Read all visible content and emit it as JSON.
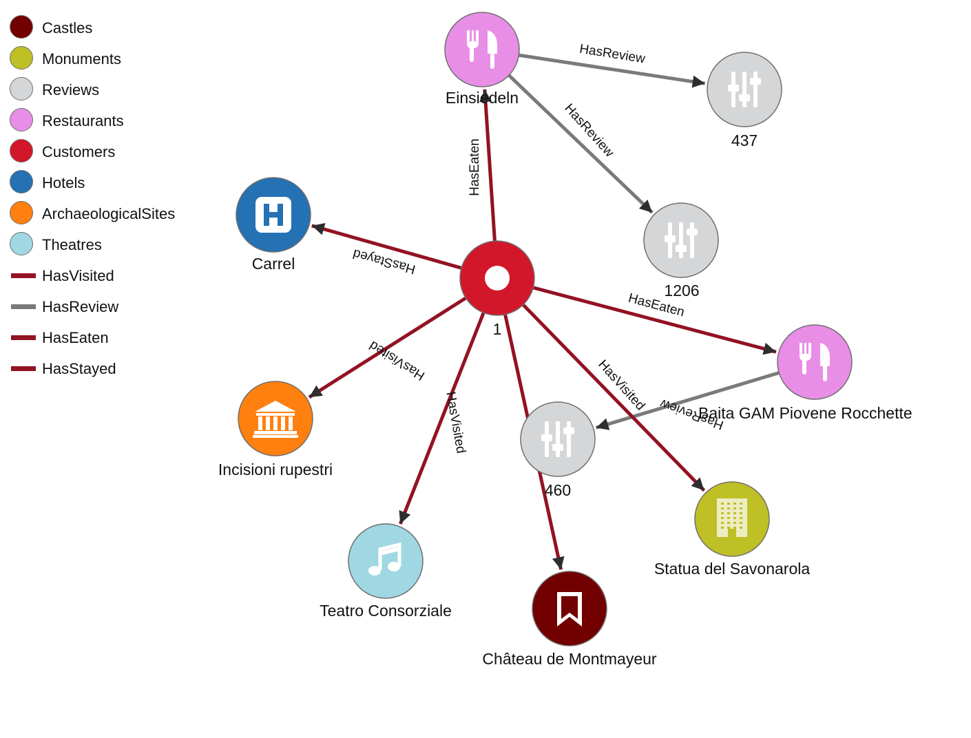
{
  "colors": {
    "Castles": "#730000",
    "Monuments": "#bfbf26",
    "Reviews": "#d5d6d7",
    "Restaurants": "#e88ee6",
    "Customers": "#d2172b",
    "Hotels": "#2471b3",
    "ArchaeologicalSites": "#ff7f0f",
    "Theatres": "#9fd8e3",
    "HasVisited": "#931223",
    "HasReview": "#7a7a7a",
    "HasEaten": "#931223",
    "HasStayed": "#931223"
  },
  "legend": {
    "node_types": [
      "Castles",
      "Monuments",
      "Reviews",
      "Restaurants",
      "Customers",
      "Hotels",
      "ArchaeologicalSites",
      "Theatres"
    ],
    "edge_types": [
      "HasVisited",
      "HasReview",
      "HasEaten",
      "HasStayed"
    ]
  },
  "nodes": [
    {
      "id": "customer-1",
      "label": "1",
      "type": "Customers",
      "icon": "ring-icon"
    },
    {
      "id": "einsiedeln",
      "label": "Einsiedeln",
      "type": "Restaurants",
      "icon": "fork-knife-icon"
    },
    {
      "id": "review-437",
      "label": "437",
      "type": "Reviews",
      "icon": "sliders-icon"
    },
    {
      "id": "review-1206",
      "label": "1206",
      "type": "Reviews",
      "icon": "sliders-icon"
    },
    {
      "id": "carrel",
      "label": "Carrel",
      "type": "Hotels",
      "icon": "hotel-h-icon"
    },
    {
      "id": "baita-gam",
      "label": "Baita GAM Piovene Rocchette",
      "type": "Restaurants",
      "icon": "fork-knife-icon"
    },
    {
      "id": "review-460",
      "label": "460",
      "type": "Reviews",
      "icon": "sliders-icon"
    },
    {
      "id": "incisioni",
      "label": "Incisioni rupestri",
      "type": "ArchaeologicalSites",
      "icon": "museum-icon"
    },
    {
      "id": "statua",
      "label": "Statua del Savonarola",
      "type": "Monuments",
      "icon": "building-icon"
    },
    {
      "id": "teatro",
      "label": "Teatro Consorziale",
      "type": "Theatres",
      "icon": "music-note-icon"
    },
    {
      "id": "chateau",
      "label": "Château de Montmayeur",
      "type": "Castles",
      "icon": "bookmark-icon"
    }
  ],
  "edges": [
    {
      "from": "customer-1",
      "to": "einsiedeln",
      "label": "HasEaten",
      "type": "HasEaten"
    },
    {
      "from": "einsiedeln",
      "to": "review-437",
      "label": "HasReview",
      "type": "HasReview"
    },
    {
      "from": "einsiedeln",
      "to": "review-1206",
      "label": "HasReview",
      "type": "HasReview"
    },
    {
      "from": "customer-1",
      "to": "carrel",
      "label": "HasStayed",
      "type": "HasStayed"
    },
    {
      "from": "customer-1",
      "to": "baita-gam",
      "label": "HasEaten",
      "type": "HasEaten"
    },
    {
      "from": "baita-gam",
      "to": "review-460",
      "label": "HasReview",
      "type": "HasReview"
    },
    {
      "from": "customer-1",
      "to": "incisioni",
      "label": "HasVisited",
      "type": "HasVisited"
    },
    {
      "from": "customer-1",
      "to": "statua",
      "label": "HasVisited",
      "type": "HasVisited"
    },
    {
      "from": "customer-1",
      "to": "teatro",
      "label": "HasVisited",
      "type": "HasVisited"
    },
    {
      "from": "customer-1",
      "to": "chateau",
      "label": "HasVisited",
      "type": "HasVisited"
    }
  ]
}
